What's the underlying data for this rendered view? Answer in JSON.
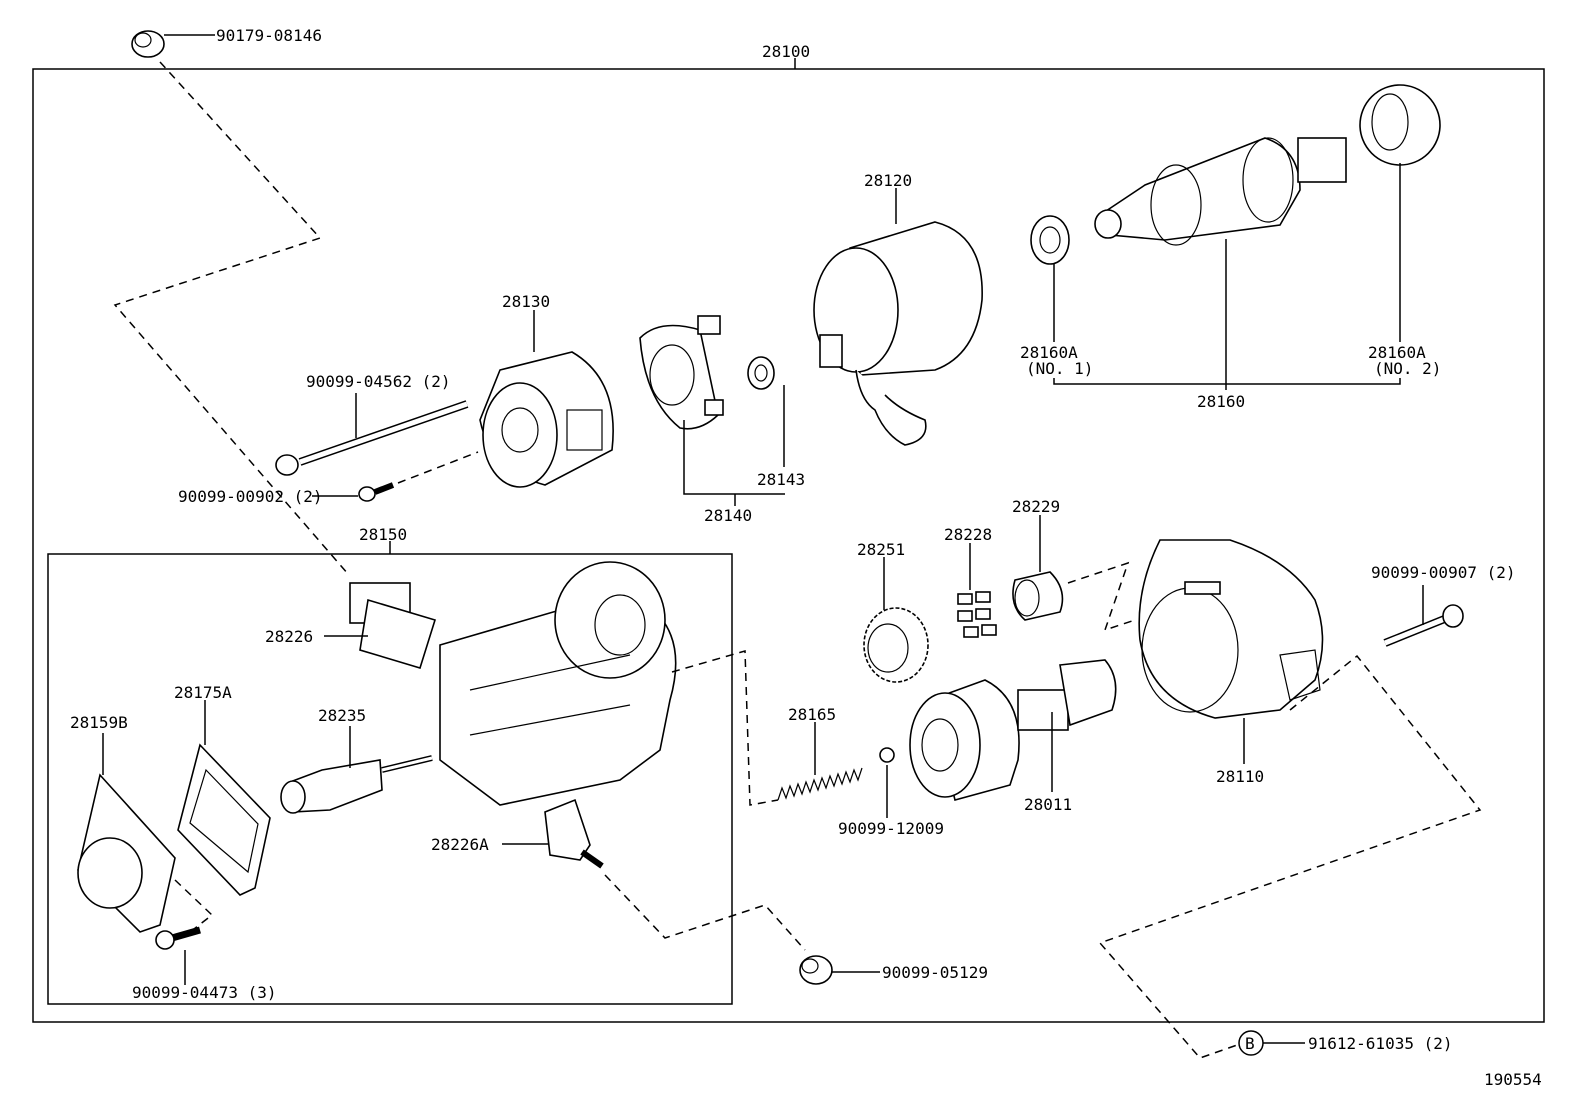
{
  "diagram_id": "190554",
  "groups": {
    "starter_assembly": "28100",
    "starter_housing_assembly": "28150",
    "armature_assembly": "28160",
    "brush_holder_assembly": "28140"
  },
  "labels": {
    "bolt_top": "90179-08146",
    "starter_assy": "28100",
    "yoke": "28120",
    "end_frame": "28130",
    "bolt_long": "90099-04562 (2)",
    "screw_small": "90099-00902 (2)",
    "brush_holder": "28140",
    "brush_spring": "28143",
    "bearing_no1": "28160A",
    "bearing_no1_sub": "(NO. 1)",
    "bearing_no2": "28160A",
    "bearing_no2_sub": "(NO. 2)",
    "armature": "28160",
    "housing": "28150",
    "contact_plate": "28226",
    "cover": "28159B",
    "gasket": "28175A",
    "plunger": "28235",
    "contact_plate_a": "28226A",
    "bolt_cover": "90099-04473 (3)",
    "nut_bottom": "90099-05129",
    "gear": "28251",
    "roller": "28228",
    "retainer": "28229",
    "spring": "28165",
    "ball": "90099-12009",
    "clutch": "28011",
    "housing_front": "28110",
    "bolt_front": "90099-00907 (2)",
    "bolt_b": "91612-61035 (2)",
    "b_marker": "B"
  }
}
